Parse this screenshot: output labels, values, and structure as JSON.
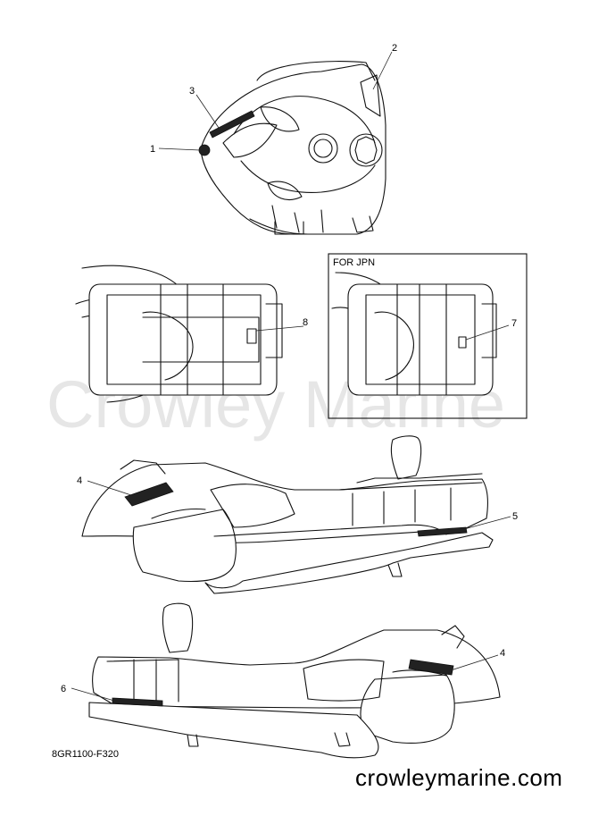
{
  "watermark": "Crowley Marine",
  "inset_label": "FOR JPN",
  "part_code": "8GR1100-F320",
  "site_label": "crowleymarine.com",
  "callouts": {
    "c1": "1",
    "c2": "2",
    "c3": "3",
    "c4a": "4",
    "c4b": "4",
    "c5": "5",
    "c6": "6",
    "c7": "7",
    "c8": "8"
  }
}
